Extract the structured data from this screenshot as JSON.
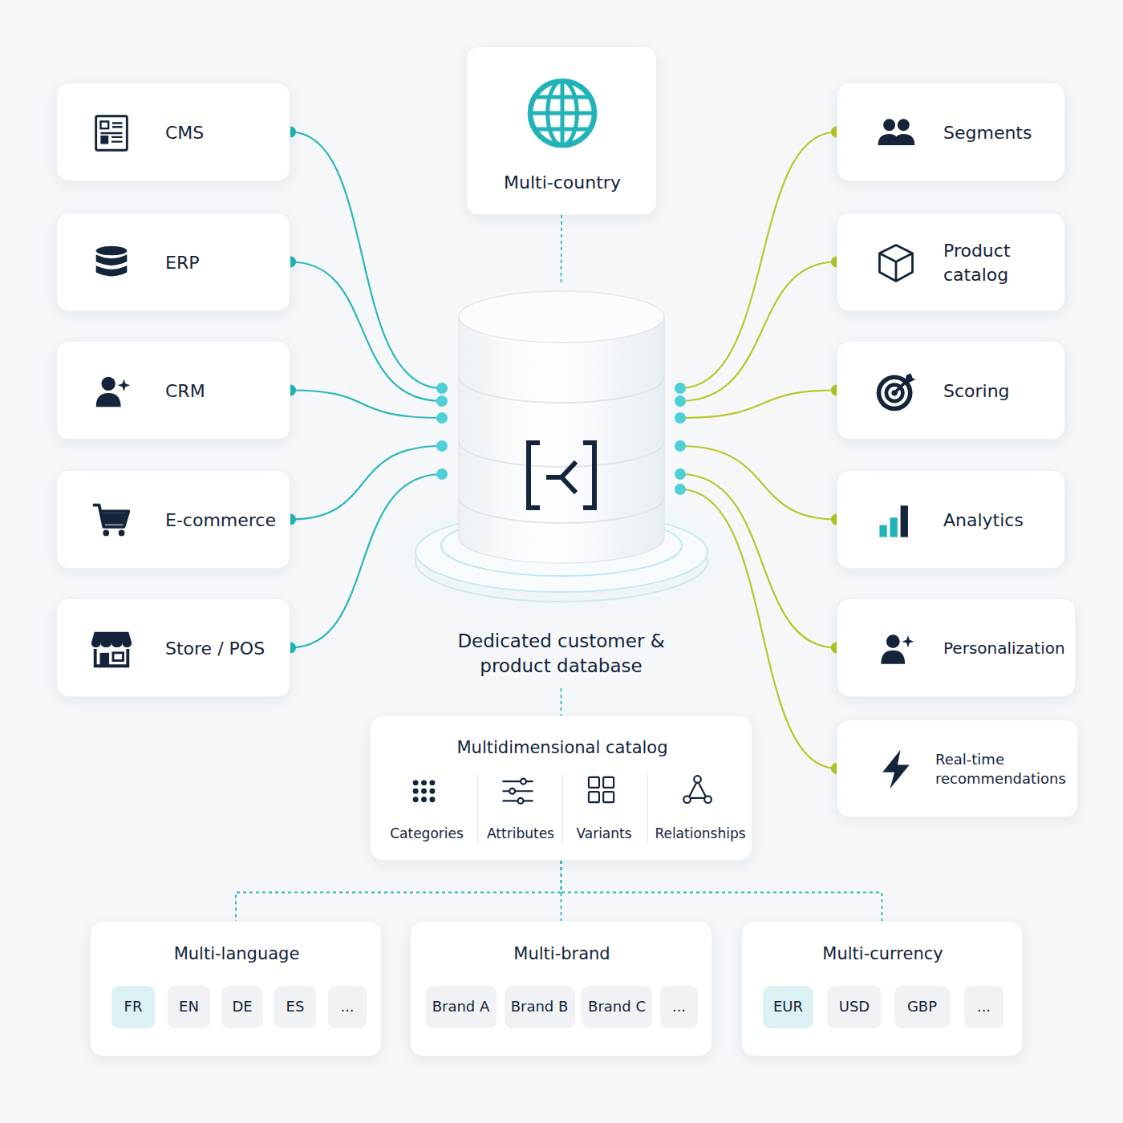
{
  "diagram": {
    "nodes": [
      {
        "text": [
          "CMS"
        ]
      },
      {
        "text": [
          "ERP"
        ]
      },
      {
        "text": [
          "CRM"
        ]
      },
      {
        "text": [
          "E-commerce"
        ]
      },
      {
        "text": [
          "Store / POS"
        ]
      },
      {
        "text": [
          "Multi-country"
        ]
      },
      {
        "text": [
          "Segments"
        ]
      },
      {
        "text": [
          "Product catalog"
        ]
      },
      {
        "text": [
          "Scoring"
        ]
      },
      {
        "text": [
          "Analytics"
        ]
      },
      {
        "text": [
          "Personalization"
        ]
      },
      {
        "text": [
          "Real-time recommendations"
        ]
      },
      {
        "text": [
          "Dedicated customer & product database"
        ]
      },
      {
        "text": [
          "Multidimensional catalog",
          "Categories",
          "Attributes",
          "Variants",
          "Relationships"
        ]
      },
      {
        "text": [
          "Multi-language"
        ]
      },
      {
        "text": [
          "FR"
        ],
        "in": 14
      },
      {
        "text": [
          "EN"
        ],
        "in": 14
      },
      {
        "text": [
          "DE"
        ],
        "in": 14
      },
      {
        "text": [
          "ES"
        ],
        "in": 14
      },
      {
        "text": [
          "..."
        ],
        "in": 14
      },
      {
        "text": [
          "Multi-brand"
        ]
      },
      {
        "text": [
          "Brand A"
        ],
        "in": 20
      },
      {
        "text": [
          "Brand B"
        ],
        "in": 20
      },
      {
        "text": [
          "Brand C"
        ],
        "in": 20
      },
      {
        "text": [
          "..."
        ],
        "in": 20
      },
      {
        "text": [
          "Multi-currency"
        ]
      },
      {
        "text": [
          "EUR"
        ],
        "in": 25
      },
      {
        "text": [
          "USD"
        ],
        "in": 25
      },
      {
        "text": [
          "GBP"
        ],
        "in": 25
      },
      {
        "text": [
          "..."
        ],
        "in": 25
      }
    ],
    "edges": [
      {
        "from": 0,
        "to": 12,
        "arrow": "none"
      },
      {
        "from": 1,
        "to": 12,
        "arrow": "none"
      },
      {
        "from": 2,
        "to": 12,
        "arrow": "none"
      },
      {
        "from": 3,
        "to": 12,
        "arrow": "none"
      },
      {
        "from": 4,
        "to": 12,
        "arrow": "none"
      },
      {
        "from": 12,
        "to": 6,
        "arrow": "none"
      },
      {
        "from": 12,
        "to": 7,
        "arrow": "none"
      },
      {
        "from": 12,
        "to": 8,
        "arrow": "none"
      },
      {
        "from": 12,
        "to": 9,
        "arrow": "none"
      },
      {
        "from": 12,
        "to": 10,
        "arrow": "none"
      },
      {
        "from": 12,
        "to": 11,
        "arrow": "none"
      },
      {
        "from": 5,
        "to": 12,
        "arrow": "none"
      },
      {
        "from": 12,
        "to": 13,
        "arrow": "none"
      },
      {
        "from": 13,
        "to": 14,
        "arrow": "none"
      },
      {
        "from": 13,
        "to": 20,
        "arrow": "none"
      },
      {
        "from": 13,
        "to": 25,
        "arrow": "none"
      }
    ]
  }
}
